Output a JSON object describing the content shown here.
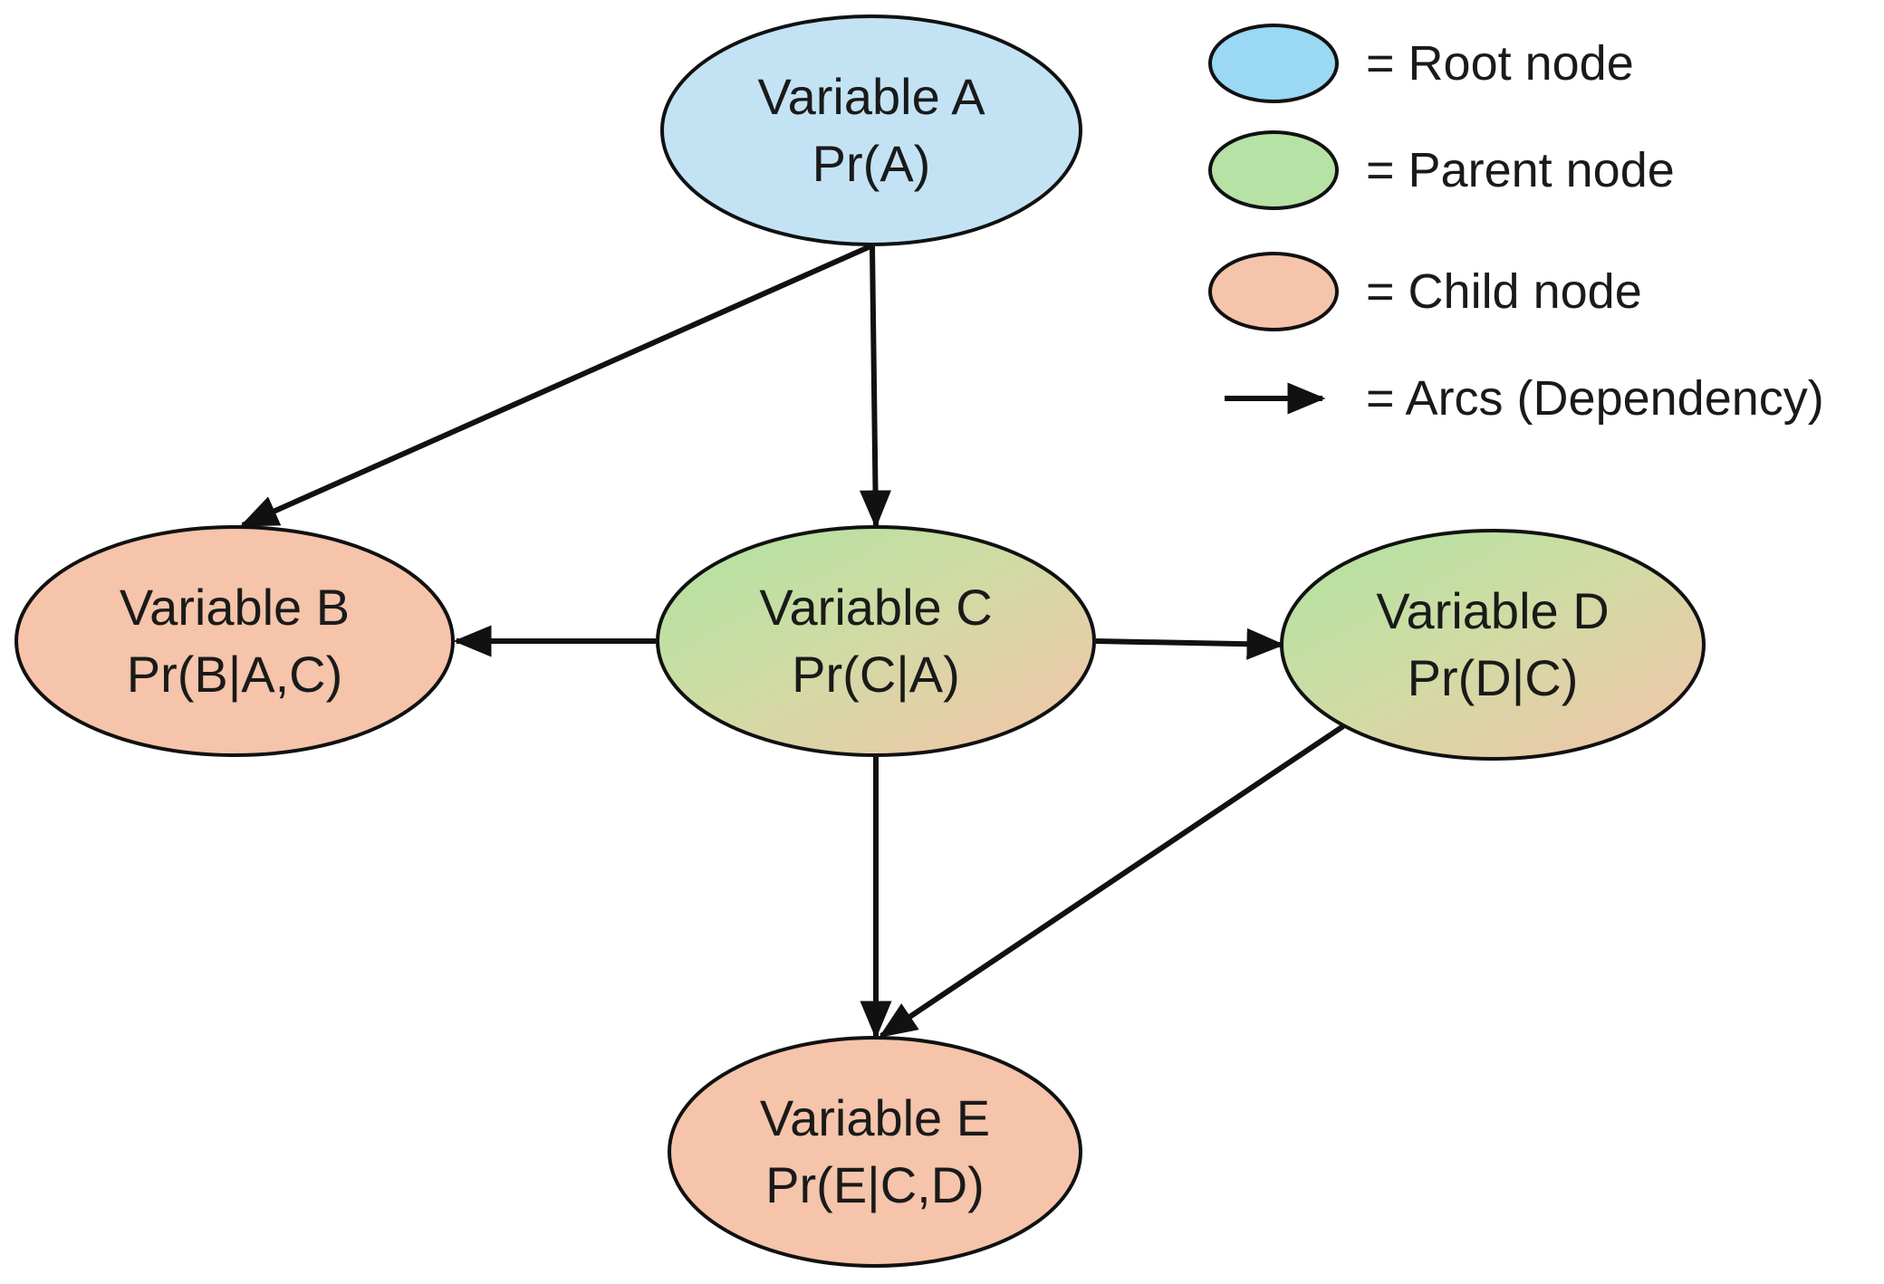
{
  "colors": {
    "root": "#c3e3f5",
    "root_legend": "#9ad8f3",
    "parent": "#b6e2a6",
    "child": "#f5c4aa",
    "stroke": "#111111"
  },
  "nodes": [
    {
      "id": "A",
      "type": "root",
      "name": "Variable A",
      "prob": "Pr(A)"
    },
    {
      "id": "B",
      "type": "child",
      "name": "Variable B",
      "prob": "Pr(B|A,C)"
    },
    {
      "id": "C",
      "type": "parent",
      "name": "Variable C",
      "prob": "Pr(C|A)"
    },
    {
      "id": "D",
      "type": "parent",
      "name": "Variable D",
      "prob": "Pr(D|C)"
    },
    {
      "id": "E",
      "type": "child",
      "name": "Variable E",
      "prob": "Pr(E|C,D)"
    }
  ],
  "arcs": [
    {
      "from": "A",
      "to": "B"
    },
    {
      "from": "A",
      "to": "C"
    },
    {
      "from": "C",
      "to": "B"
    },
    {
      "from": "C",
      "to": "D"
    },
    {
      "from": "C",
      "to": "E"
    },
    {
      "from": "D",
      "to": "E"
    }
  ],
  "legend": {
    "root": "= Root node",
    "parent": "= Parent node",
    "child": "= Child node",
    "arc": "= Arcs (Dependency)"
  }
}
